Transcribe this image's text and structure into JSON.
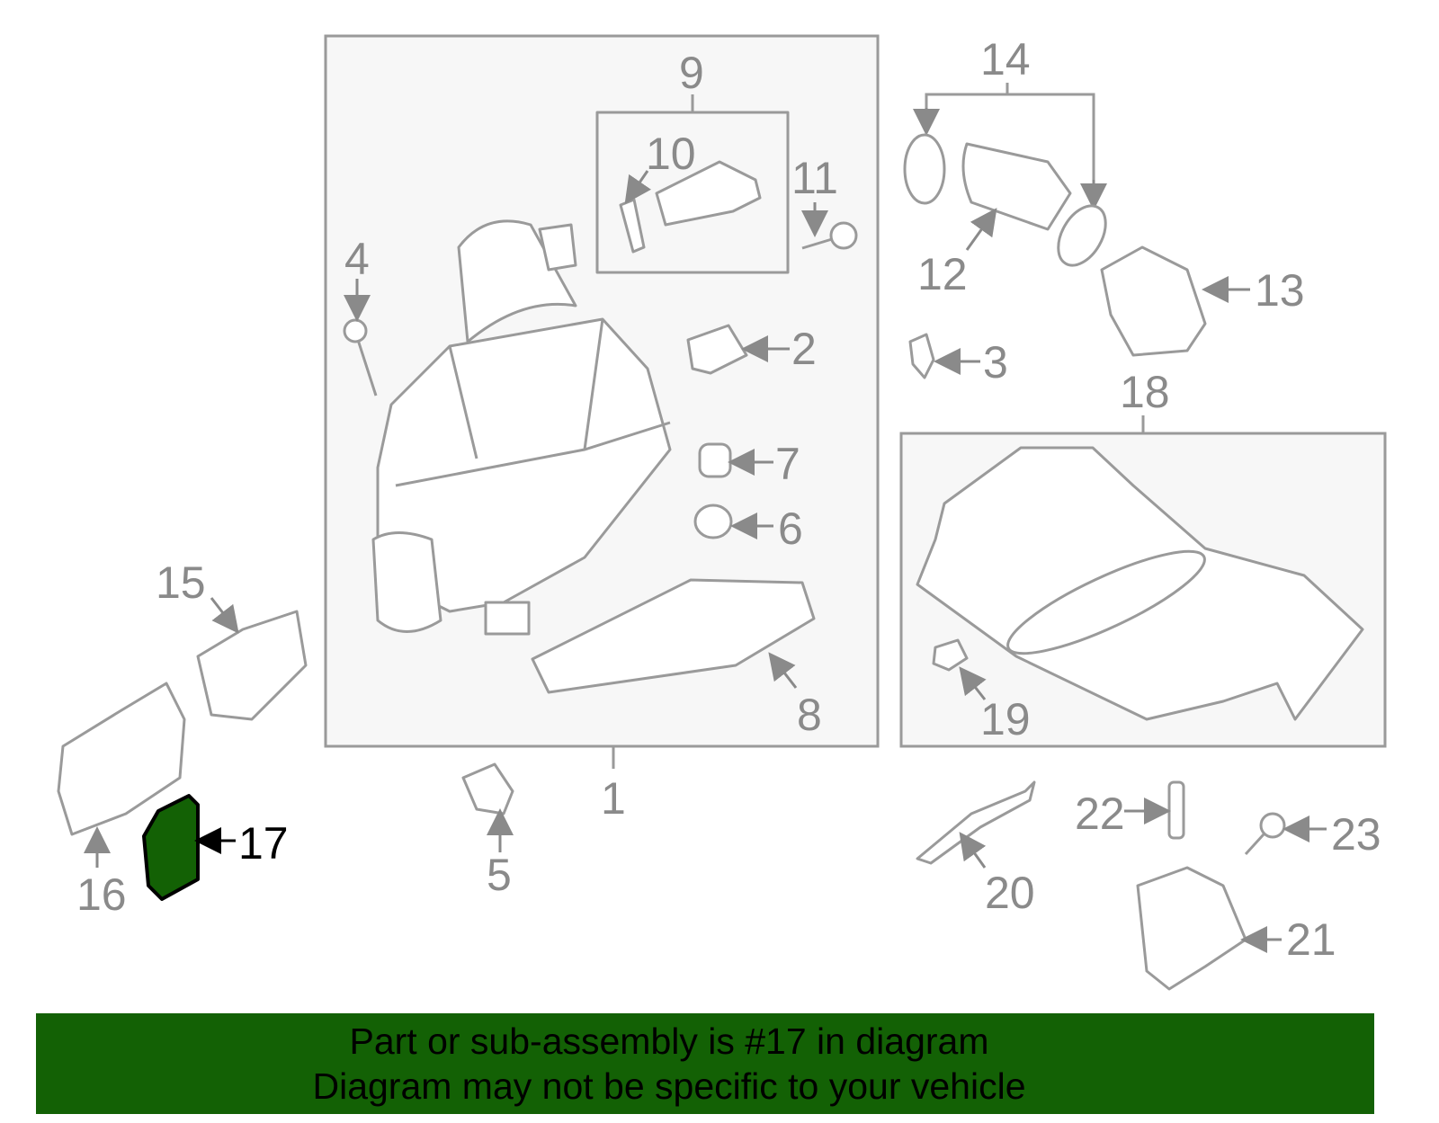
{
  "diagram": {
    "labels": {
      "p1": "1",
      "p2": "2",
      "p3": "3",
      "p4": "4",
      "p5": "5",
      "p6": "6",
      "p7": "7",
      "p8": "8",
      "p9": "9",
      "p10": "10",
      "p11": "11",
      "p12": "12",
      "p13": "13",
      "p14": "14",
      "p15": "15",
      "p16": "16",
      "p17": "17",
      "p18": "18",
      "p19": "19",
      "p20": "20",
      "p21": "21",
      "p22": "22",
      "p23": "23"
    },
    "highlight_part": "17",
    "colors": {
      "highlight": "#136105",
      "line": "#9a9a9a",
      "box_fill": "#f7f7f7"
    }
  },
  "banner": {
    "line1": "Part or sub-assembly is #17 in diagram",
    "line2": "Diagram may not be specific to your vehicle"
  }
}
